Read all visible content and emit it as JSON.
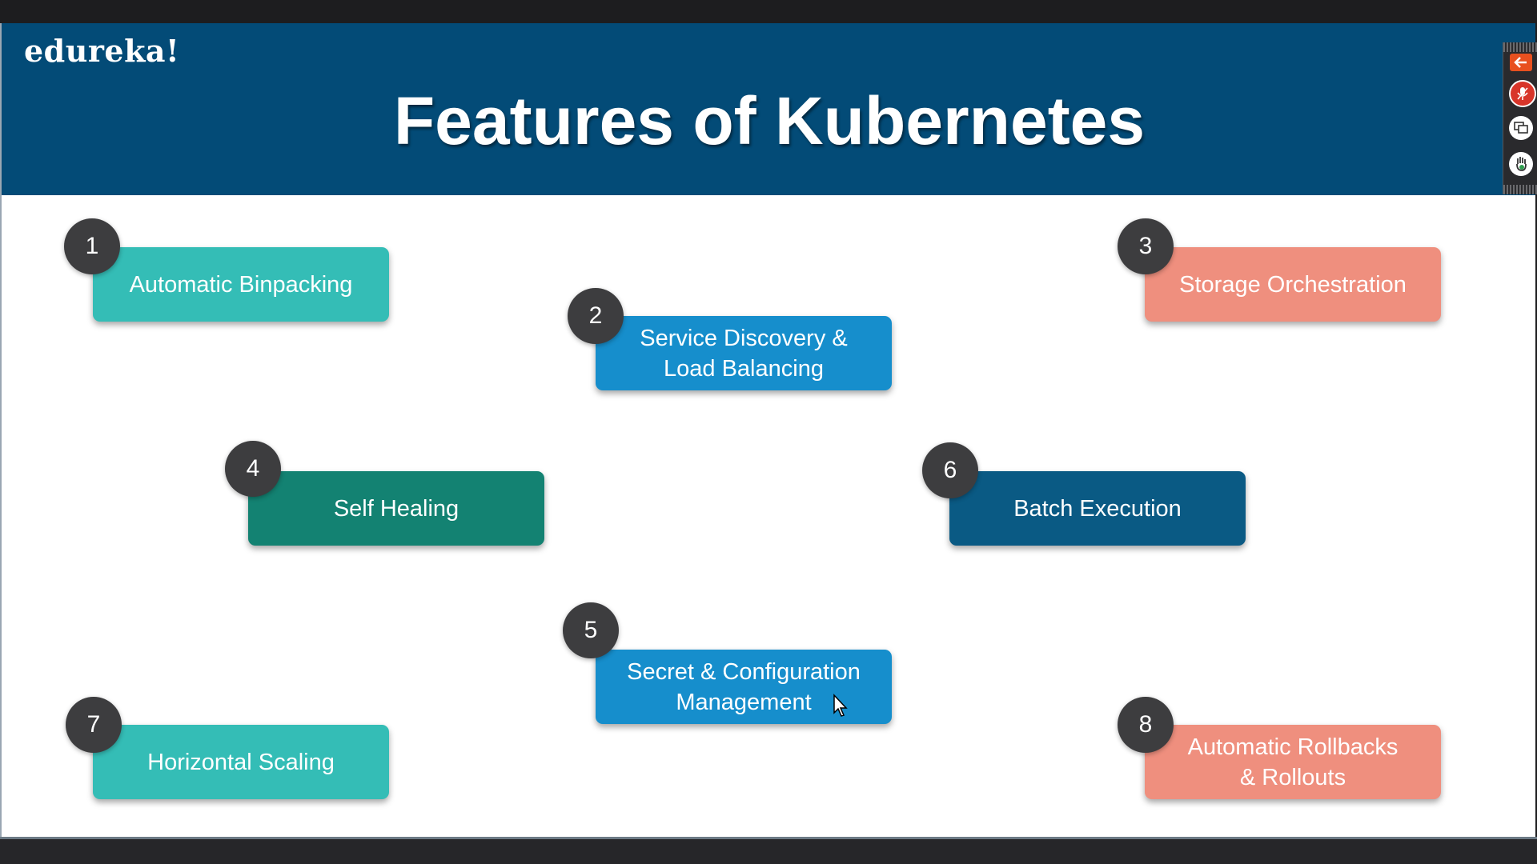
{
  "slide": {
    "logo": "edureka!",
    "title": "Features of Kubernetes"
  },
  "features": [
    {
      "number": "1",
      "label": "Automatic Binpacking",
      "color": "#34bdb6"
    },
    {
      "number": "2",
      "label": "Service Discovery &\nLoad Balancing",
      "color": "#168ecc"
    },
    {
      "number": "3",
      "label": "Storage Orchestration",
      "color": "#ef8f7e"
    },
    {
      "number": "4",
      "label": "Self Healing",
      "color": "#138272"
    },
    {
      "number": "5",
      "label": "Secret & Configuration\nManagement",
      "color": "#168ecc"
    },
    {
      "number": "6",
      "label": "Batch Execution",
      "color": "#0a5a84"
    },
    {
      "number": "7",
      "label": "Horizontal Scaling",
      "color": "#34bdb6"
    },
    {
      "number": "8",
      "label": "Automatic Rollbacks\n& Rollouts",
      "color": "#ef8f7e"
    }
  ],
  "toolbar": {
    "icons": [
      "back-arrow-icon",
      "microphone-icon",
      "screen-share-icon",
      "raise-hand-icon"
    ]
  }
}
